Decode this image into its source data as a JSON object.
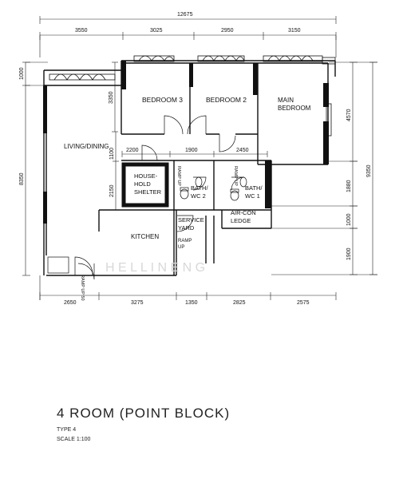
{
  "rooms": {
    "bedroom3": "BEDROOM 3",
    "bedroom2": "BEDROOM 2",
    "main_bedroom_1": "MAIN",
    "main_bedroom_2": "BEDROOM",
    "living": "LIVING/DINING",
    "shelter_1": "HOUSE-",
    "shelter_2": "HOLD",
    "shelter_3": "SHELTER",
    "bath2_1": "BATH/",
    "bath2_2": "WC 2",
    "bath1_1": "BATH/",
    "bath1_2": "WC 1",
    "aircon_1": "AIR-CON",
    "aircon_2": "LEDGE",
    "kitchen": "KITCHEN",
    "service_1": "SERVICE",
    "service_2": "YARD",
    "ramp_up_1": "RAMP",
    "ramp_up_2": "UP",
    "ramp_a": "RAMP UP",
    "ramp_b": "RAMP UP",
    "ramp_entry": "RAMP UP 50"
  },
  "dimensions": {
    "top_total": "12675",
    "top_1": "3550",
    "top_2": "3025",
    "top_3": "2950",
    "top_4": "3150",
    "left_1": "1000",
    "left_2": "8350",
    "inner_3350": "3350",
    "inner_2200": "2200",
    "inner_1900": "1900",
    "inner_2450": "2450",
    "inner_1100": "1100",
    "inner_2150": "2150",
    "right_4570": "4570",
    "right_9350": "9350",
    "right_1880": "1880",
    "right_1000": "1000",
    "right_1900": "1900",
    "bottom_1": "2650",
    "bottom_2": "3275",
    "bottom_3": "1350",
    "bottom_4": "2825",
    "bottom_5": "2575"
  },
  "watermark": "H E L L I N   E N G",
  "title": "4 ROOM (POINT BLOCK)",
  "type": "TYPE 4",
  "scale": "SCALE  1:100"
}
